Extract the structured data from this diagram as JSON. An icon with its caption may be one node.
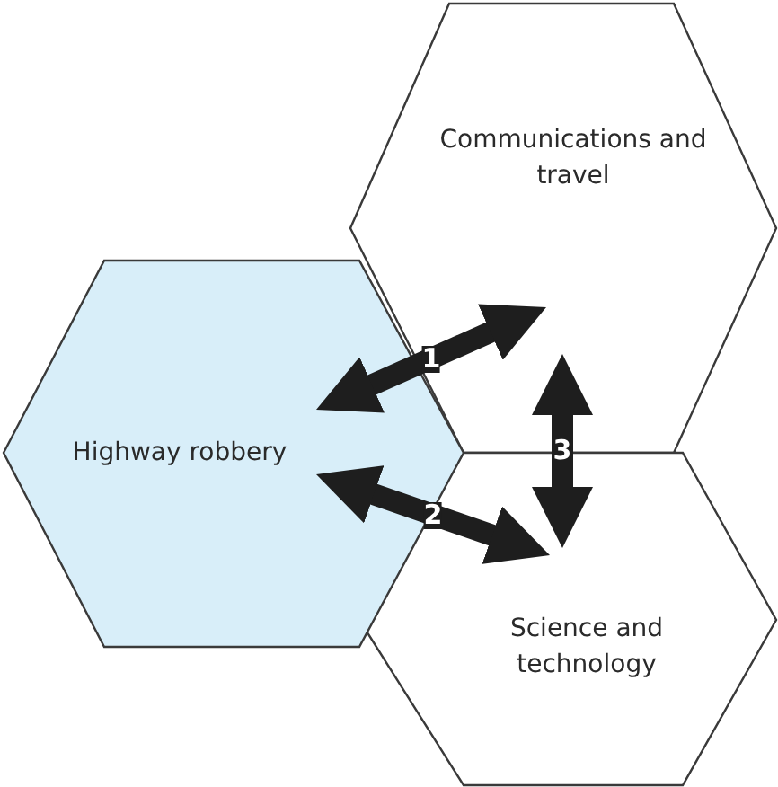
{
  "diagram": {
    "nodes": [
      {
        "text": [
          "Highway robbery"
        ]
      },
      {
        "text": [
          "Communications and travel"
        ]
      },
      {
        "text": [
          "Science and technology"
        ]
      }
    ],
    "edges": [
      {
        "from": 0,
        "to": 1,
        "arrow": "both",
        "label": "1"
      },
      {
        "from": 0,
        "to": 2,
        "arrow": "both",
        "label": "2"
      },
      {
        "from": 1,
        "to": 2,
        "arrow": "both",
        "label": "3"
      }
    ]
  }
}
